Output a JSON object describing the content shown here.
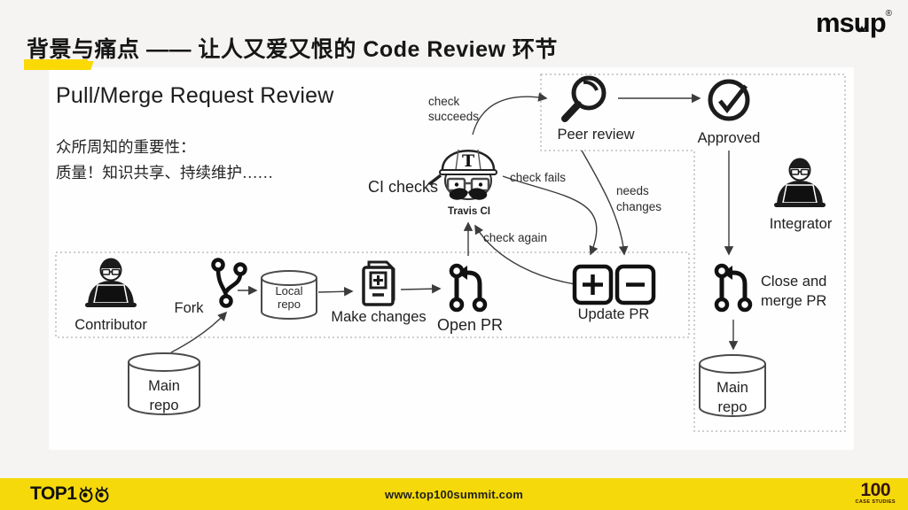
{
  "header": {
    "title_highlight": "背景与痛点",
    "title_dash": " —— ",
    "title_rest": "让人又爱又恨的 Code Review 环节",
    "msup_pre": "ms",
    "msup_u": "u",
    "msup_post": "p",
    "msup_reg": "®"
  },
  "content": {
    "heading": "Pull/Merge Request Review",
    "line1": "众所周知的重要性：",
    "line2": "质量！知识共享、持续维护……"
  },
  "diagram": {
    "labels": {
      "contributor": "Contributor",
      "fork": "Fork",
      "local_repo_1": "Local",
      "local_repo_2": "repo",
      "make_changes": "Make changes",
      "open_pr": "Open PR",
      "update_pr": "Update PR",
      "ci_checks": "CI checks",
      "travis": "Travis CI",
      "travis_t": "T",
      "check_succeeds_1": "check",
      "check_succeeds_2": "succeeds",
      "check_fails": "check fails",
      "check_again": "check again",
      "needs_1": "needs",
      "needs_2": "changes",
      "peer_review": "Peer review",
      "approved": "Approved",
      "integrator": "Integrator",
      "close_merge_1": "Close and",
      "close_merge_2": "merge PR",
      "main_repo_left_1": "Main",
      "main_repo_left_2": "repo",
      "main_repo_right_1": "Main",
      "main_repo_right_2": "repo"
    }
  },
  "footer": {
    "logo_text": "TOP1",
    "site": "www.top100summit.com",
    "badge_number": "100",
    "badge_sub": "CASE STUDIES"
  },
  "colors": {
    "accent_yellow": "#f5d90b",
    "highlight_yellow": "#fad905",
    "ink": "#1a1a1a",
    "dash_gray": "#b2b2b2"
  }
}
